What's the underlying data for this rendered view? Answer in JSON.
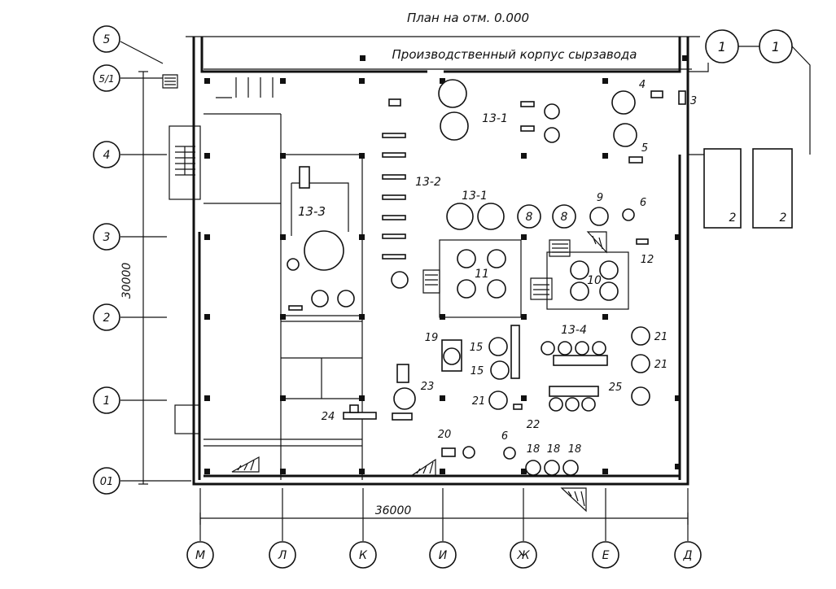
{
  "title": "План на отм. 0.000",
  "header_label": "Производственный корпус сырзавода",
  "dimensions": {
    "horizontal": "36000",
    "vertical": "30000"
  },
  "row_axes": [
    "5",
    "5/1",
    "4",
    "3",
    "2",
    "1",
    "01"
  ],
  "column_axes": [
    "М",
    "Л",
    "К",
    "И",
    "Ж",
    "Е",
    "Д"
  ],
  "equipment_labels": {
    "tank_1": "1",
    "tank_1b": "1",
    "box_2a": "2",
    "box_2b": "2",
    "eq_3": "3",
    "eq_4": "4",
    "eq_5": "5",
    "eq_6a": "6",
    "eq_6b": "6",
    "eq_8a": "8",
    "eq_8b": "8",
    "eq_9": "9",
    "room_10": "10",
    "room_11": "11",
    "eq_12": "12",
    "eq_13_1a": "13-1",
    "eq_13_1b": "13-1",
    "eq_13_2": "13-2",
    "eq_13_3": "13-3",
    "eq_13_4": "13-4",
    "eq_15a": "15",
    "eq_15b": "15",
    "eq_18a": "18",
    "eq_18b": "18",
    "eq_18c": "18",
    "eq_19": "19",
    "eq_20": "20",
    "eq_21a": "21",
    "eq_21b": "21",
    "eq_21c": "21",
    "eq_22": "22",
    "eq_23": "23",
    "eq_24": "24",
    "eq_25": "25"
  }
}
